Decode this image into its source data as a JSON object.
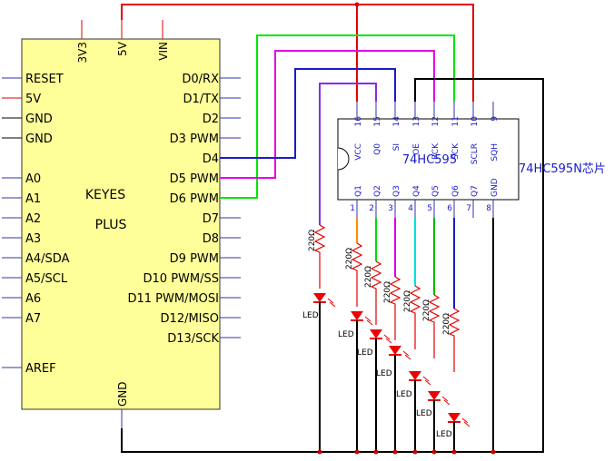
{
  "board": {
    "name_line1": "KEYES",
    "name_line2": "PLUS",
    "top_pins": [
      "3V3",
      "5V",
      "VIN"
    ],
    "left_pins": [
      "RESET",
      "5V",
      "GND",
      "GND",
      "A0",
      "A1",
      "A2",
      "A3",
      "A4/SDA",
      "A5/SCL",
      "A6",
      "A7",
      "AREF"
    ],
    "right_pins": [
      "D0/RX",
      "D1/TX",
      "D2",
      "D3 PWM",
      "D4",
      "D5 PWM",
      "D6 PWM",
      "D7",
      "D8",
      "D9 PWM",
      "D10 PWM/SS",
      "D11 PWM/MOSI",
      "D12/MISO",
      "D13/SCK"
    ],
    "bottom_pin": "GND"
  },
  "chip": {
    "part": "74HC595",
    "caption": "74HC595N芯片",
    "top_pin_numbers": [
      "16",
      "15",
      "14",
      "13",
      "12",
      "11",
      "10",
      "9"
    ],
    "top_pin_names": [
      "VCC",
      "Q0",
      "SI",
      "OE",
      "RCK",
      "SCK",
      "SCLR",
      "SQH"
    ],
    "bottom_pin_numbers": [
      "1",
      "2",
      "3",
      "4",
      "5",
      "6",
      "7",
      "8"
    ],
    "bottom_pin_names": [
      "Q1",
      "Q2",
      "Q3",
      "Q4",
      "Q5",
      "Q6",
      "Q7",
      "GND"
    ]
  },
  "resistor_label": "220Ω",
  "led_label": "LED",
  "colors": {
    "power": "#e60000",
    "data": "#1a1acc",
    "clock": "#00e600",
    "latch": "#e600e6",
    "ground": "#000000",
    "q1": "#ff8c00",
    "q2": "#00dd00",
    "q3": "#e000e0",
    "q4": "#00e0e0",
    "q5": "#00bb00",
    "q6": "#1a1acc",
    "q0": "#8a2be2",
    "board_fill": "#ffff99",
    "chip_fill": "#ffffff",
    "pin_stub": "#3333aa",
    "led": "#ee0000"
  }
}
